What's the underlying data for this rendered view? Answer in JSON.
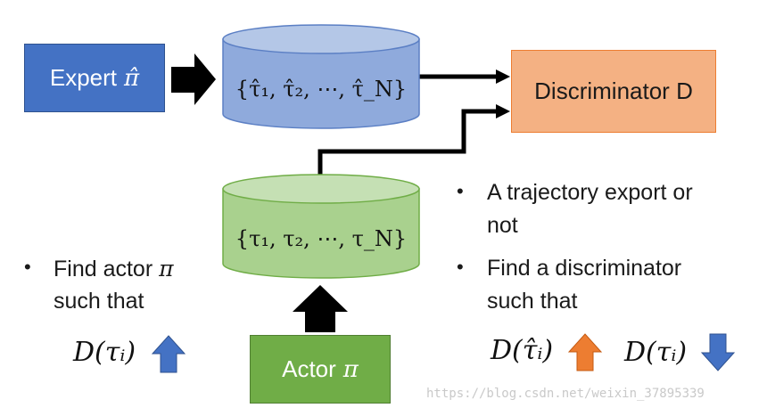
{
  "expert": {
    "label": "Expert",
    "symbol": "π̂"
  },
  "discriminator": {
    "label": "Discriminator D"
  },
  "actor": {
    "label": "Actor",
    "symbol": "π"
  },
  "expert_trajectories": {
    "label": "{τ̂₁, τ̂₂, ⋯, τ̂_N}"
  },
  "actor_trajectories": {
    "label": "{τ₁, τ₂, ⋯, τ_N}"
  },
  "left_bullet": {
    "line1_prefix": "Find actor",
    "line1_symbol": "π",
    "line2": "such that"
  },
  "right_bullets": [
    {
      "line1": "A trajectory export or",
      "line2": "not"
    },
    {
      "line1": "Find a discriminator",
      "line2": "such that"
    }
  ],
  "formulas": {
    "actor": "D(τᵢ)",
    "disc_expert": "D(τ̂ᵢ)",
    "disc_actor": "D(τᵢ)"
  },
  "colors": {
    "expert_box": "#4472c4",
    "discriminator_box": "#f4b183",
    "actor_box": "#70ad47",
    "expert_cylinder": "#8faadc",
    "actor_cylinder": "#a9d18e",
    "up_arrow": "#4472c4",
    "orange_up_arrow": "#ed7d31",
    "down_arrow": "#4472c4"
  },
  "watermark": "https://blog.csdn.net/weixin_37895339"
}
